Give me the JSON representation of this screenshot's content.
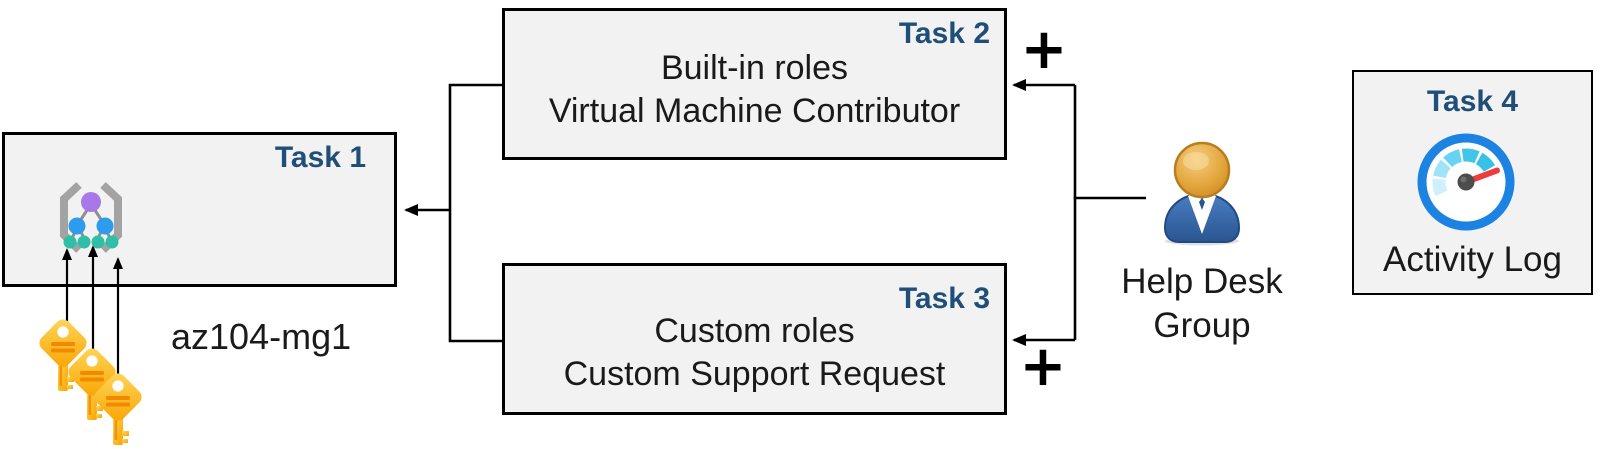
{
  "colors": {
    "badge_text": "#1f4e79",
    "box_fill": "#f2f2f2",
    "box_border": "#000000",
    "connector": "#000000",
    "key_gold": "#ffc107",
    "person_blue": "#2f5e9e",
    "person_head_orange": "#dd9d33",
    "gauge_ring_blue": "#1d83e2",
    "gauge_needle_red": "#ee3b3b"
  },
  "boxes": {
    "task1": {
      "badge": "Task 1",
      "label": "az104-mg1",
      "icon": "management-group-icon"
    },
    "task2": {
      "badge": "Task 2",
      "line1": "Built-in roles",
      "line2": "Virtual Machine Contributor"
    },
    "task3": {
      "badge": "Task 3",
      "line1": "Custom roles",
      "line2": "Custom Support Request"
    },
    "task4": {
      "badge": "Task 4",
      "label": "Activity Log",
      "icon": "activity-log-gauge-icon"
    }
  },
  "actor": {
    "icon": "person-icon",
    "label_line1": "Help Desk",
    "label_line2": "Group"
  },
  "annotations": {
    "plus_task2": "+",
    "plus_task3": "+"
  },
  "decorations": {
    "keys_icon": "three-keys-icon"
  }
}
